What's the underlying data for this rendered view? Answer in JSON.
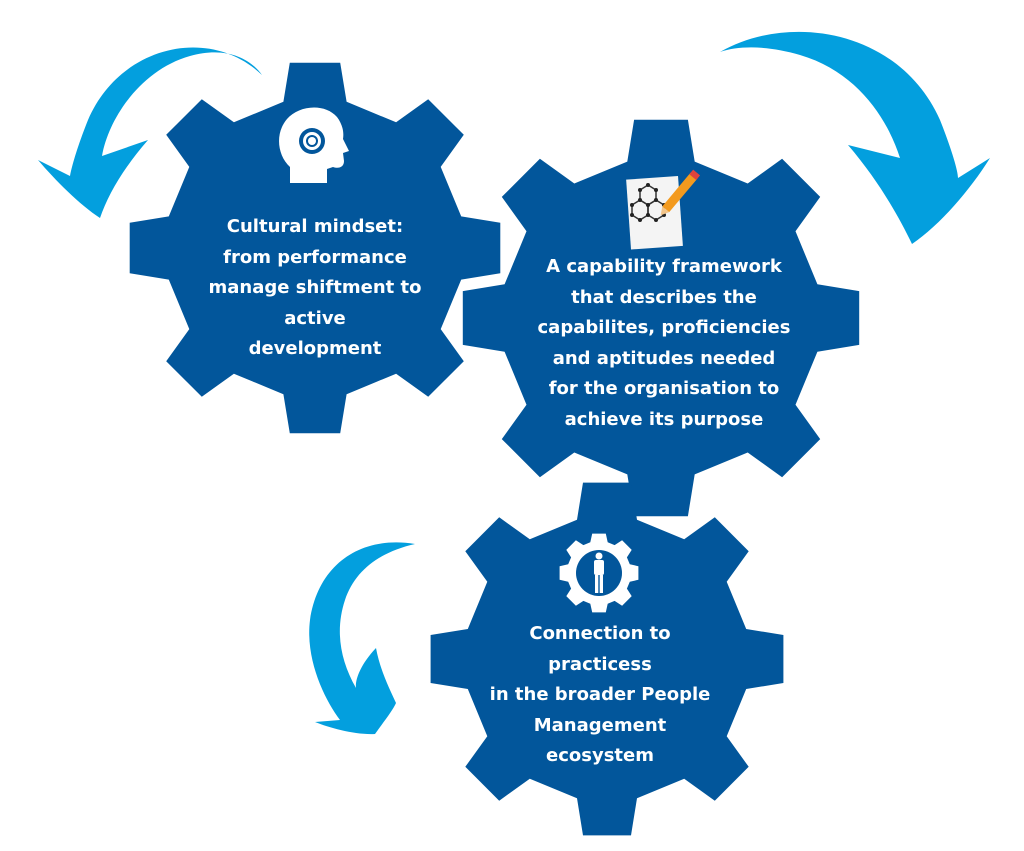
{
  "colors": {
    "gear": "#02569B",
    "arrow": "#039FDE",
    "text": "#FFFFFF"
  },
  "gears": [
    {
      "id": "cultural-mindset",
      "icon": "head-gear-icon",
      "lines": [
        "Cultural mindset:",
        "from performance",
        "manage shiftment to",
        "active",
        "development"
      ]
    },
    {
      "id": "capability-framework",
      "icon": "network-diagram-pencil-icon",
      "lines": [
        "A capability framework",
        "that describes the",
        "capabilites, proficiencies",
        "and aptitudes needed",
        "for the organisation to",
        "achieve its purpose"
      ]
    },
    {
      "id": "connection-practices",
      "icon": "person-in-gear-icon",
      "lines": [
        "Connection to",
        "practicess",
        "in the broader People",
        "Management",
        "ecosystem"
      ]
    }
  ]
}
